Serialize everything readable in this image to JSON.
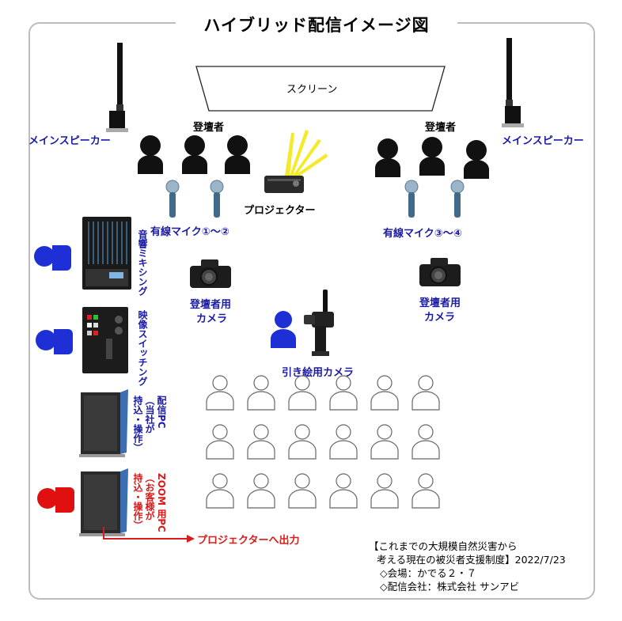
{
  "title": "ハイブリッド配信イメージ図",
  "screen_label": "スクリーン",
  "speaker_left_label": "メインスピーカー",
  "speaker_right_label": "メインスピーカー",
  "panel_left_label": "登壇者",
  "panel_right_label": "登壇者",
  "projector_label": "プロジェクター",
  "mic_left_label": "有線マイク①～②",
  "mic_right_label": "有線マイク③～④",
  "cam_left_label_1": "登壇者用",
  "cam_left_label_2": "カメラ",
  "cam_right_label_1": "登壇者用",
  "cam_right_label_2": "カメラ",
  "wide_cam_label": "引き絵用カメラ",
  "audio_mixing_label": "音響ミキシング",
  "video_switching_label": "映像スイッチング",
  "pc_company_label": [
    "配信PC",
    "（当社が",
    "持込・操作）"
  ],
  "pc_client_label": [
    "ZOOM 用PC",
    "（お客様が",
    "持込・操作）"
  ],
  "projector_output_label": "プロジェクターへ出力",
  "event": {
    "line1": "【これまでの大規模自然災害から",
    "line2": "考える現在の被災者支援制度】2022/7/23",
    "line3": "◇会場：かでる２・７",
    "line4": "◇配信会社：株式会社 サンアビ"
  },
  "colors": {
    "staff_blue": "#1f2fd6",
    "client_red": "#e01010",
    "label_blue": "#1a1aa6",
    "arrow_red": "#d81b1b"
  },
  "icons": [
    "speaker-icon",
    "person-icon",
    "projector-icon",
    "microphone-icon",
    "camera-icon",
    "video-camera-icon",
    "mixer-icon",
    "switcher-icon",
    "laptop-icon",
    "audience-seat-icon"
  ]
}
